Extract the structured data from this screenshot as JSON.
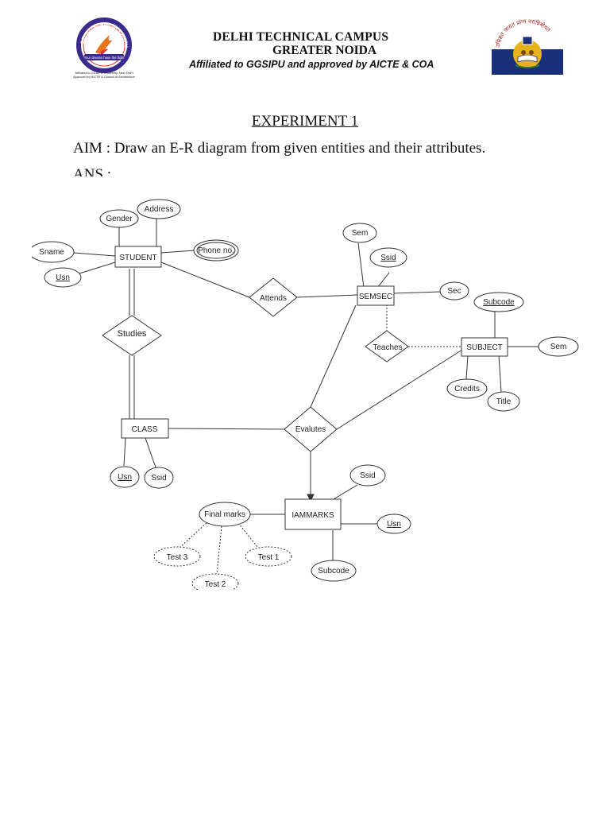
{
  "header": {
    "institute_name": "DELHI TECHNICAL CAMPUS",
    "institute_city": "GREATER NOIDA",
    "affiliation": "Affiliated to GGSIPU and approved by AICTE & COA",
    "left_logo": {
      "ring_text": "DELHI TECHNICAL CAMPUS",
      "ribbon_text": "Your dreams have the flight",
      "caption_line1": "Affiliated to GGSIPU University, New Delhi",
      "caption_line2": "Approved by AICTE & Council of Architecture",
      "icon": "bird-logo-icon"
    },
    "right_logo": {
      "arc_text": "उत्तिष्ठत जाग्रत प्राप्य वरान्निबोधत",
      "icon": "university-emblem-icon",
      "colors": {
        "blue": "#1a2f7a",
        "gold": "#e8b21c"
      }
    }
  },
  "document": {
    "experiment_title": "EXPERIMENT 1",
    "aim": "AIM : Draw an E-R diagram from given entities and their attributes.",
    "ans": "ANS :"
  },
  "diagram": {
    "entities": {
      "student": "STUDENT",
      "semsec": "SEMSEC",
      "subject": "SUBJECT",
      "class": "CLASS",
      "iammarks": "IAMMARKS"
    },
    "relationships": {
      "attends": "Attends",
      "studies": "Studies",
      "teaches": "Teaches",
      "evalutes": "Evalutes"
    },
    "attributes": {
      "gender": "Gender",
      "address": "Address",
      "sname": "Sname",
      "usn_student": "Usn",
      "phone": "Phone no.",
      "sem_semsec": "Sem",
      "ssid_semsec": "Ssid",
      "sec": "Sec",
      "subcode_subject": "Subcode",
      "sem_subject": "Sem",
      "credits": "Credits",
      "title": "Title",
      "usn_class": "Usn",
      "ssid_class": "Ssid",
      "ssid_iam": "Ssid",
      "usn_iam": "Usn",
      "subcode_iam": "Subcode",
      "final_marks": "Final marks",
      "test1": "Test 1",
      "test2": "Test 2",
      "test3": "Test 3"
    }
  }
}
